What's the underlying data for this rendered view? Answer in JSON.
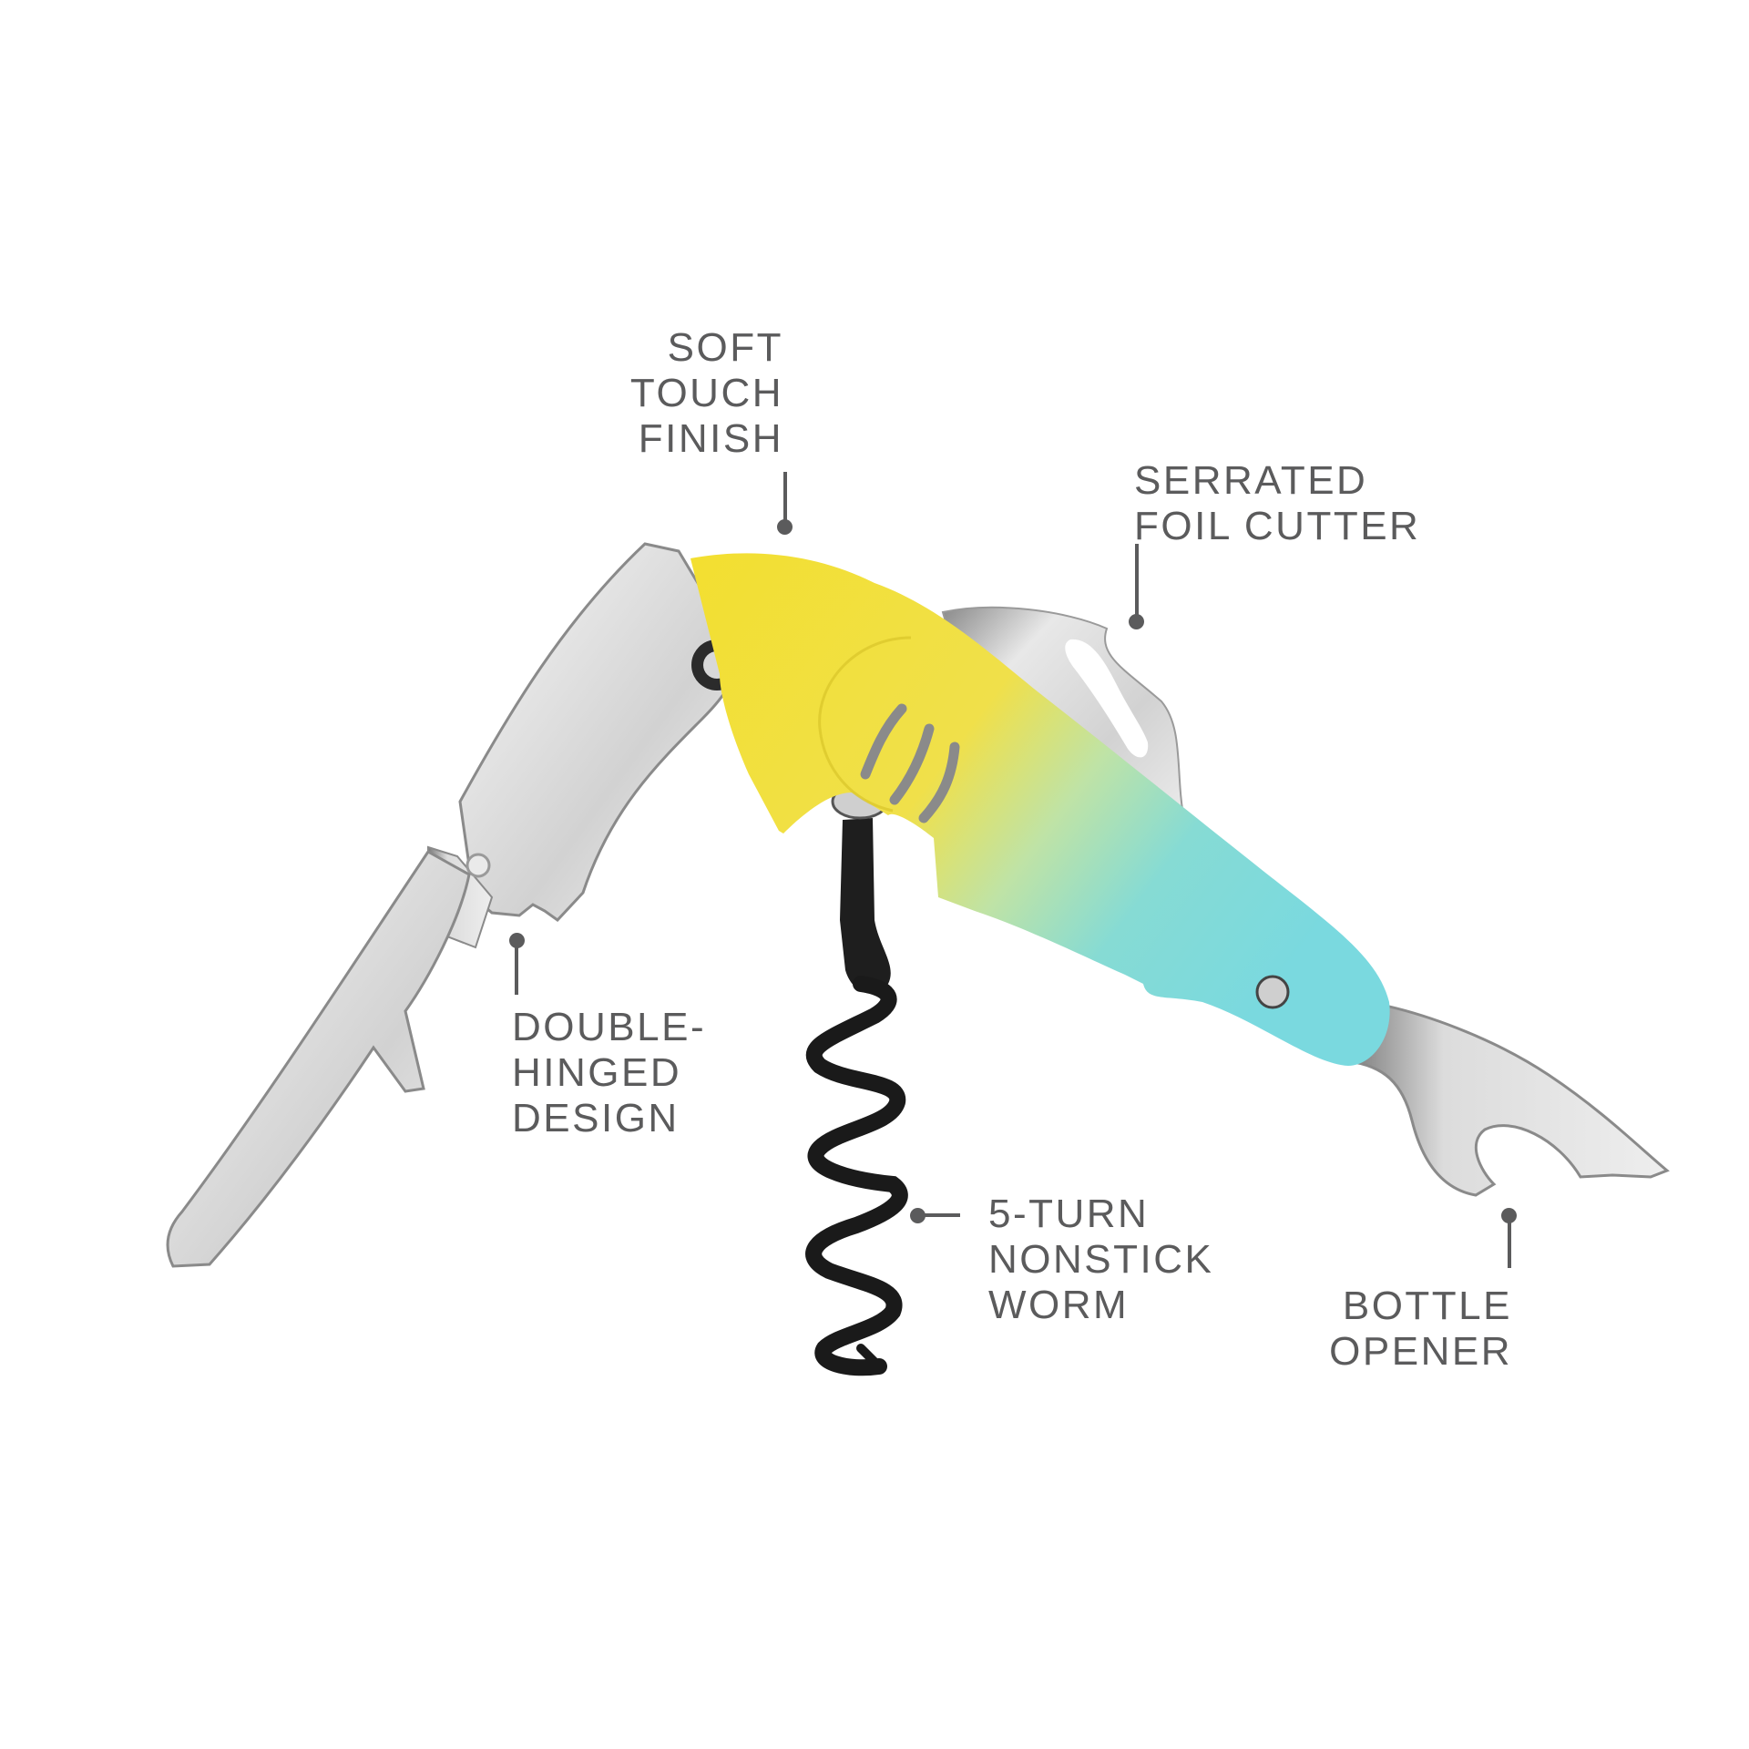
{
  "image": {
    "type": "product-feature-diagram",
    "subject": "shark-shaped waiter's corkscrew",
    "background": "#ffffff"
  },
  "colors": {
    "label_text": "#5b5b5c",
    "handle_yellow": "#f2df35",
    "handle_teal": "#7ed9d8",
    "steel": "#d9d9d9",
    "worm_black": "#1c1c1c"
  },
  "callouts": [
    {
      "id": "soft-touch",
      "lines": [
        "SOFT",
        "TOUCH",
        "FINISH"
      ],
      "target": "handle"
    },
    {
      "id": "foil-cutter",
      "lines": [
        "SERRATED",
        "FOIL CUTTER"
      ],
      "target": "fin-blade"
    },
    {
      "id": "double-hinged",
      "lines": [
        "DOUBLE-",
        "HINGED",
        "DESIGN"
      ],
      "target": "lever-hinge"
    },
    {
      "id": "worm",
      "lines": [
        "5-TURN",
        "NONSTICK",
        "WORM"
      ],
      "target": "corkscrew-spiral"
    },
    {
      "id": "bottle-opener",
      "lines": [
        "BOTTLE",
        "OPENER"
      ],
      "target": "tail-opener"
    }
  ]
}
